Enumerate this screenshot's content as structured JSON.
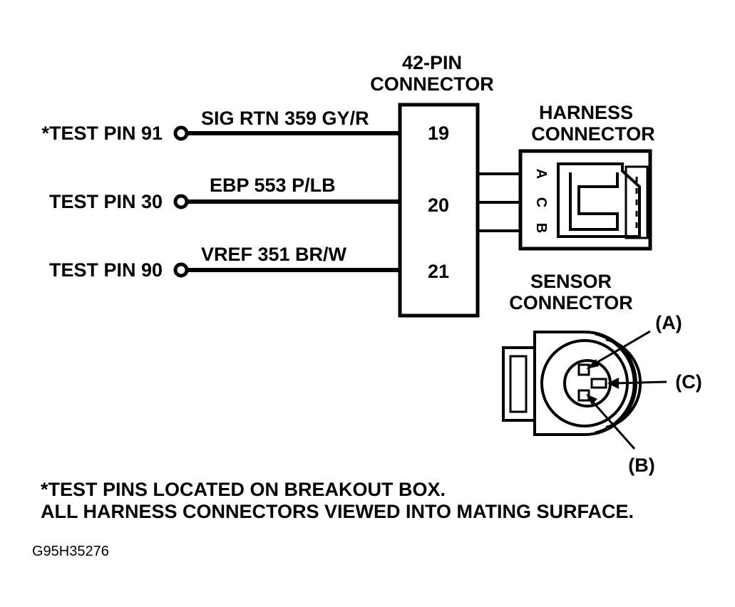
{
  "main_connector": {
    "title_line1": "42-PIN",
    "title_line2": "CONNECTOR",
    "pins": [
      "19",
      "20",
      "21"
    ]
  },
  "test_pins": [
    {
      "label": "*TEST PIN 91",
      "wire": "SIG RTN 359 GY/R"
    },
    {
      "label": "TEST PIN 30",
      "wire": "EBP 553 P/LB"
    },
    {
      "label": "TEST PIN 90",
      "wire": "VREF 351  BR/W"
    }
  ],
  "harness_connector": {
    "title_line1": "HARNESS",
    "title_line2": "CONNECTOR",
    "pin_letters": [
      "A",
      "C",
      "B"
    ]
  },
  "sensor_connector": {
    "title_line1": "SENSOR",
    "title_line2": "CONNECTOR",
    "callouts": {
      "a": "(A)",
      "b": "(B)",
      "c": "(C)"
    }
  },
  "notes": {
    "line1": "*TEST PINS LOCATED ON BREAKOUT BOX.",
    "line2": "ALL HARNESS CONNECTORS VIEWED INTO MATING SURFACE."
  },
  "figure_id": "G95H35276"
}
